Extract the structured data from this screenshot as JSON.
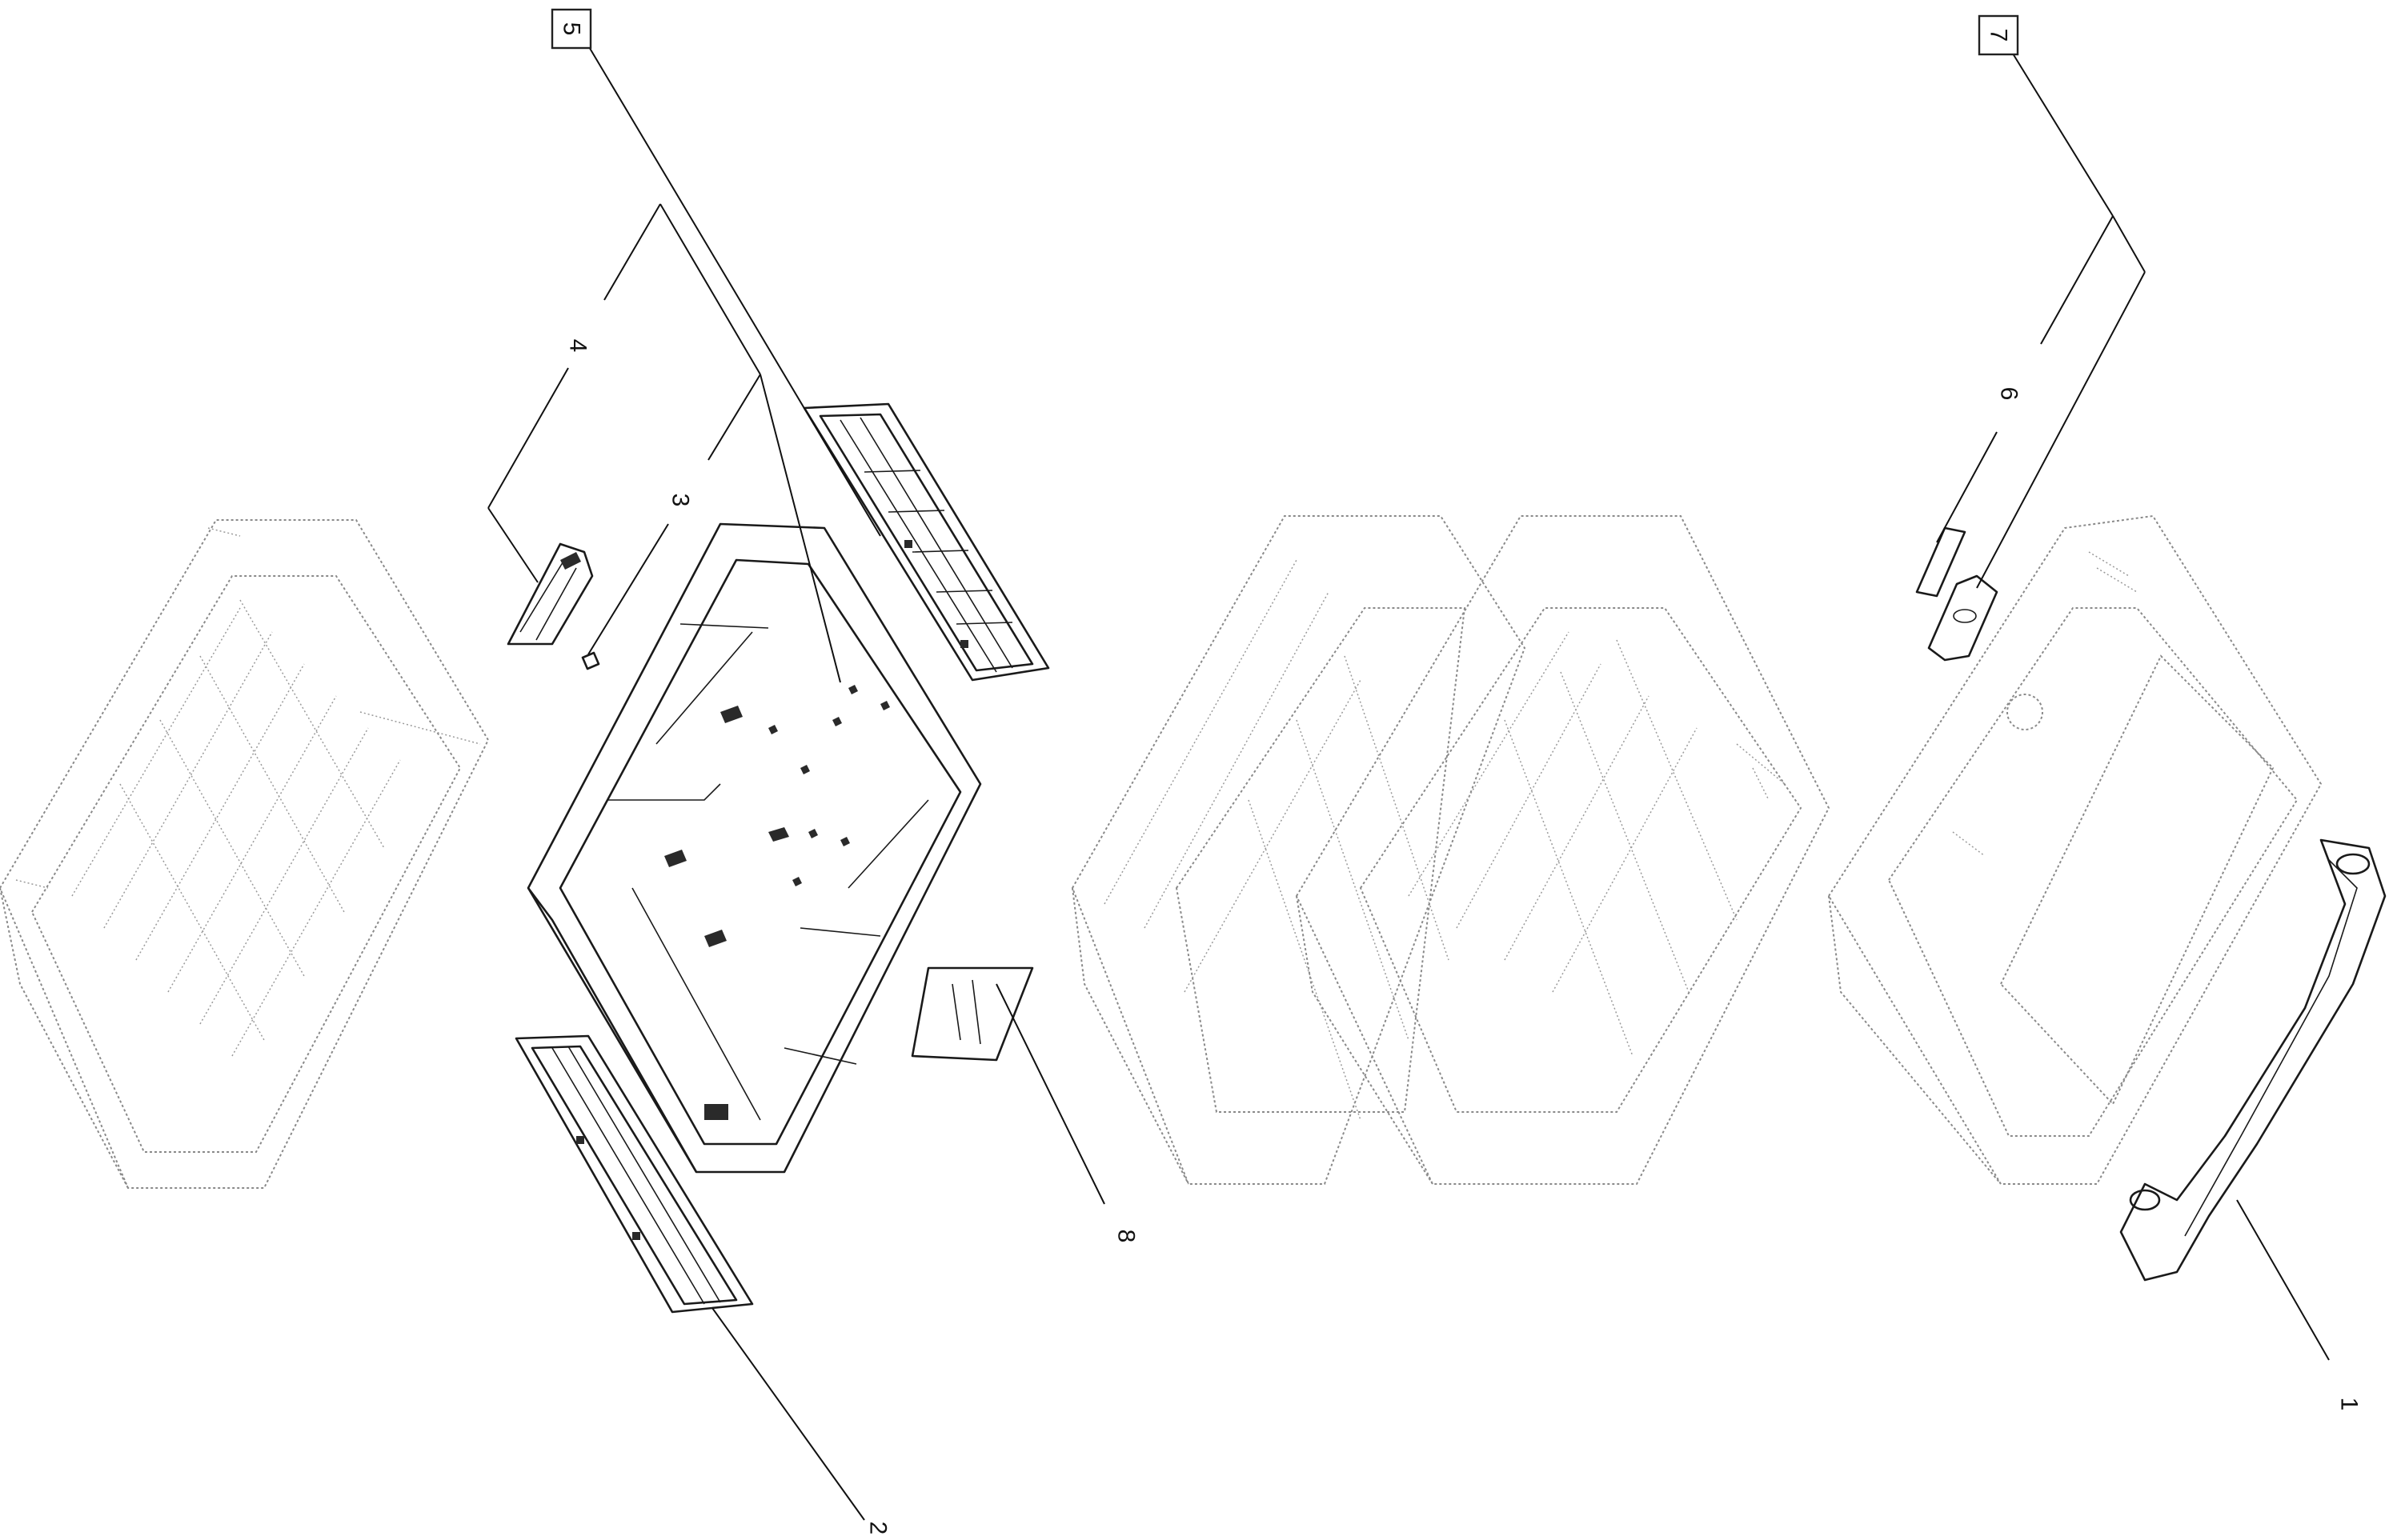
{
  "callouts": {
    "c1": "1",
    "c2": "2",
    "c3": "3",
    "c4": "4",
    "c5": "5",
    "c6": "6",
    "c7": "7",
    "c8": "8"
  },
  "colors": {
    "line": "#1a1a1a",
    "ghost_line": "#8a8a8a",
    "background": "#ffffff"
  }
}
